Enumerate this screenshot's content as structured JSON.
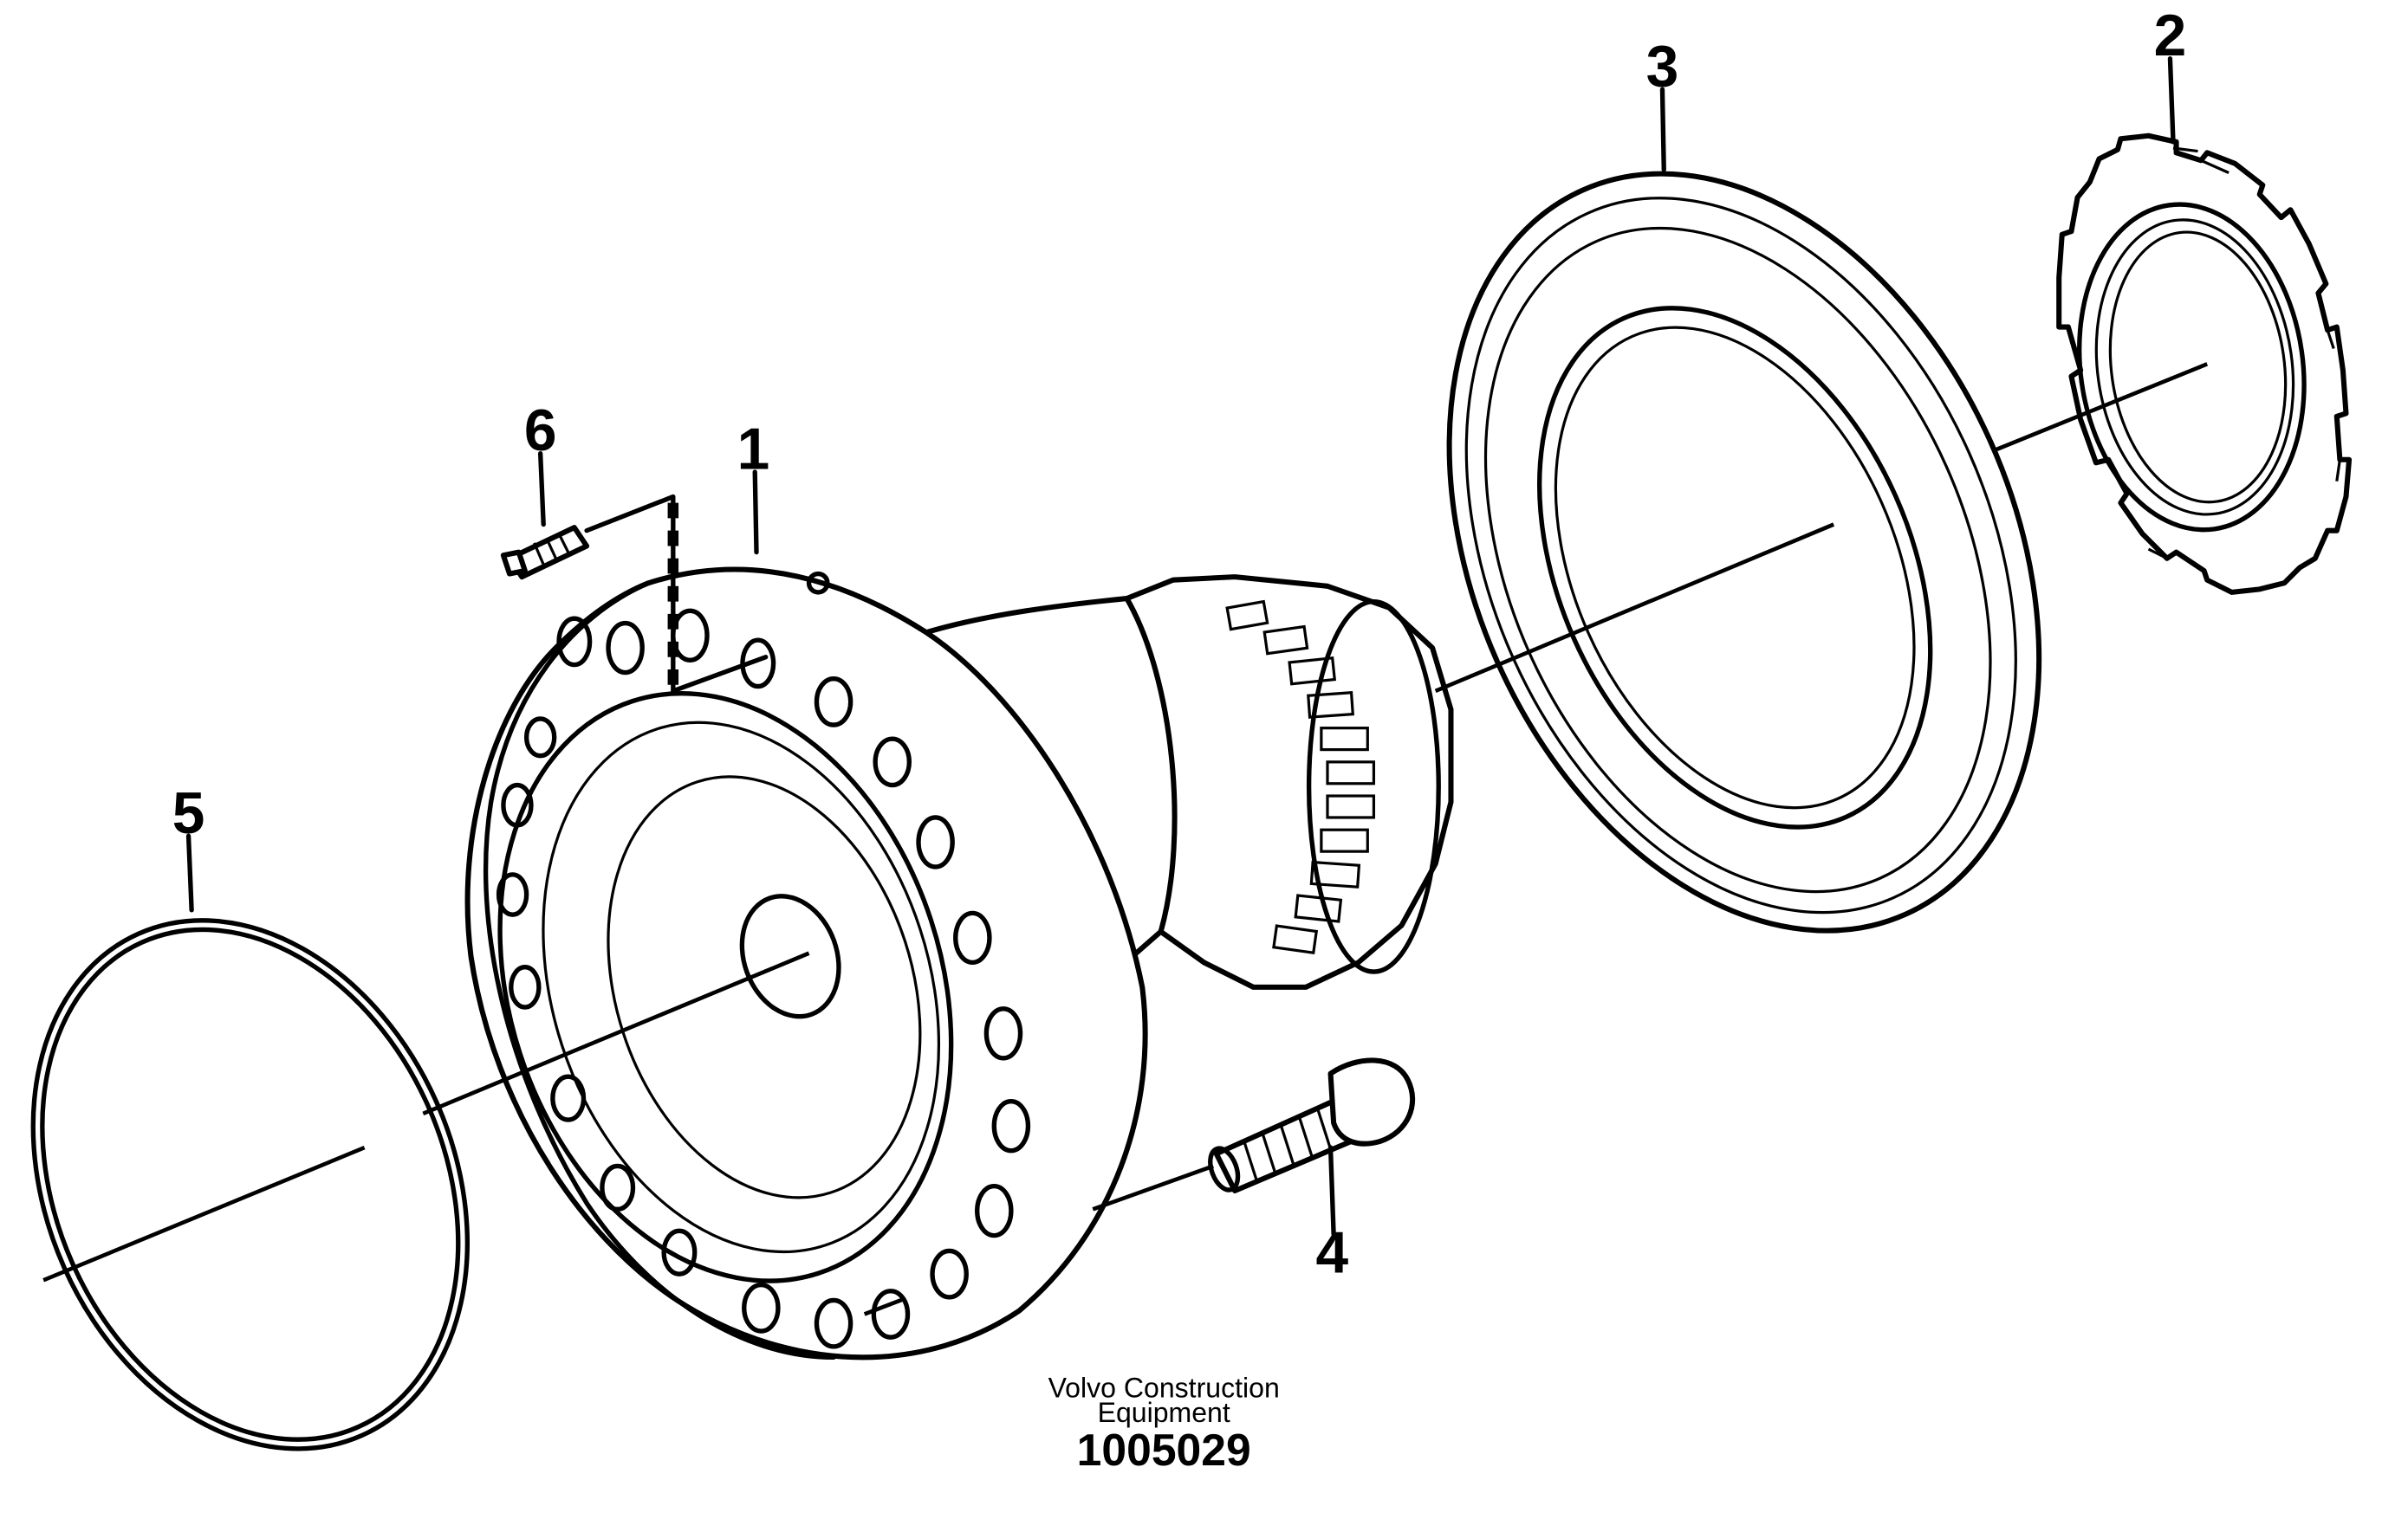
{
  "parts": [
    {
      "callout": "1",
      "name": "hub"
    },
    {
      "callout": "2",
      "name": "slotted-nut"
    },
    {
      "callout": "3",
      "name": "seal-ring"
    },
    {
      "callout": "4",
      "name": "stud-bolt"
    },
    {
      "callout": "5",
      "name": "o-ring"
    },
    {
      "callout": "6",
      "name": "grease-nipple"
    }
  ],
  "caption": {
    "line1": "Volvo Construction",
    "line2": "Equipment",
    "number": "1005029"
  },
  "colors": {
    "line": "#000000",
    "background": "#ffffff"
  }
}
